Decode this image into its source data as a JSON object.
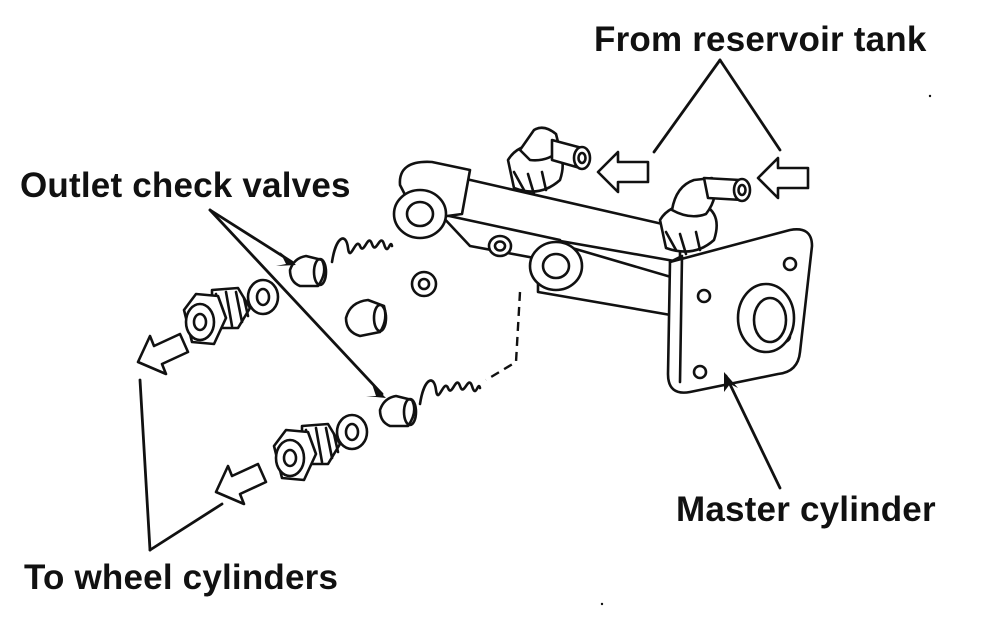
{
  "labels": {
    "reservoir": "From reservoir tank",
    "check_valves": "Outlet check valves",
    "master": "Master cylinder",
    "wheel": "To wheel cylinders"
  },
  "colors": {
    "ink": "#111111",
    "background": "#ffffff"
  }
}
